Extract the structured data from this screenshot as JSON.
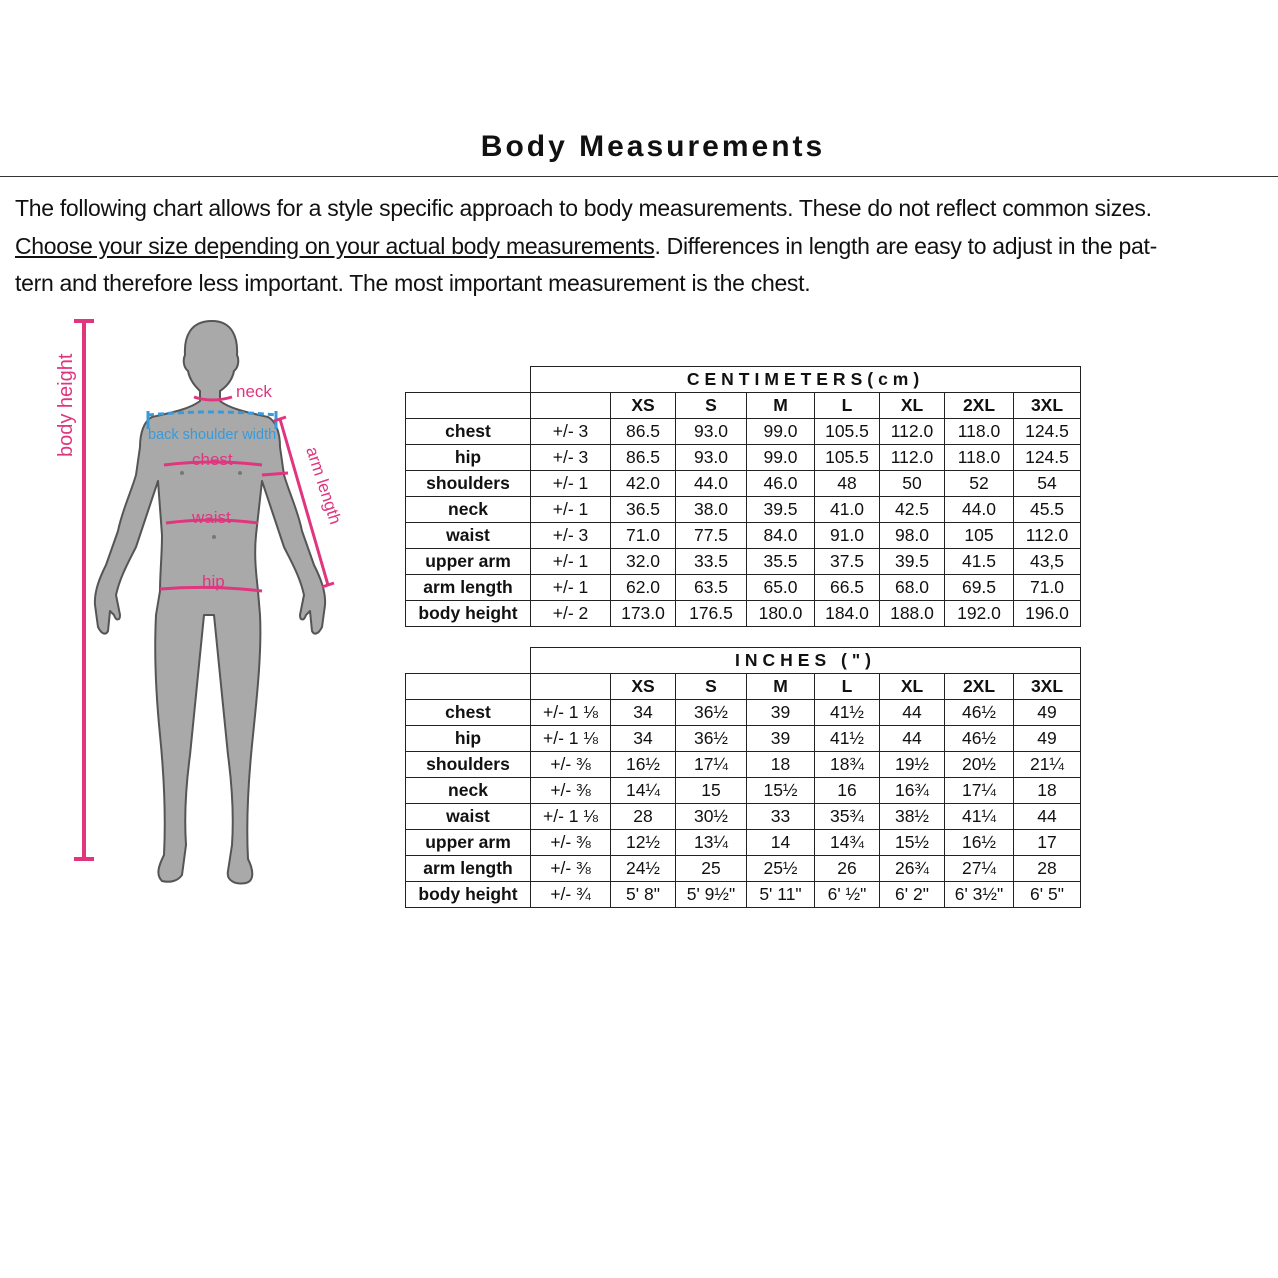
{
  "title": "Body Measurements",
  "intro": {
    "text1": "The following chart allows for a style specific approach to body measurements. These do not reflect common sizes.",
    "underlined": "Choose your size depending on your actual body measurements",
    "text2": ". Differences in length are easy to adjust in the pat-",
    "text3": "tern and therefore less important. The most important measurement is the chest."
  },
  "figure_labels": {
    "body_height": "body height",
    "neck": "neck",
    "back_shoulder_width": "back shoulder width",
    "chest": "chest",
    "arm_length": "arm length",
    "waist": "waist",
    "hip": "hip"
  },
  "colors": {
    "accent": "#e0357f",
    "shoulder": "#3a9ad9",
    "body": "#a9a9a9"
  },
  "sizes": [
    "XS",
    "S",
    "M",
    "L",
    "XL",
    "2XL",
    "3XL"
  ],
  "tables": [
    {
      "caption": "CENTIMETERS(cm)",
      "rows": [
        {
          "label": "chest",
          "tol": "+/- 3",
          "values": [
            "86.5",
            "93.0",
            "99.0",
            "105.5",
            "112.0",
            "118.0",
            "124.5"
          ]
        },
        {
          "label": "hip",
          "tol": "+/- 3",
          "values": [
            "86.5",
            "93.0",
            "99.0",
            "105.5",
            "112.0",
            "118.0",
            "124.5"
          ]
        },
        {
          "label": "shoulders",
          "tol": "+/- 1",
          "values": [
            "42.0",
            "44.0",
            "46.0",
            "48",
            "50",
            "52",
            "54"
          ]
        },
        {
          "label": "neck",
          "tol": "+/- 1",
          "values": [
            "36.5",
            "38.0",
            "39.5",
            "41.0",
            "42.5",
            "44.0",
            "45.5"
          ]
        },
        {
          "label": "waist",
          "tol": "+/- 3",
          "values": [
            "71.0",
            "77.5",
            "84.0",
            "91.0",
            "98.0",
            "105",
            "112.0"
          ]
        },
        {
          "label": "upper arm",
          "tol": "+/- 1",
          "values": [
            "32.0",
            "33.5",
            "35.5",
            "37.5",
            "39.5",
            "41.5",
            "43,5"
          ]
        },
        {
          "label": "arm length",
          "tol": "+/- 1",
          "values": [
            "62.0",
            "63.5",
            "65.0",
            "66.5",
            "68.0",
            "69.5",
            "71.0"
          ]
        },
        {
          "label": "body height",
          "tol": "+/- 2",
          "values": [
            "173.0",
            "176.5",
            "180.0",
            "184.0",
            "188.0",
            "192.0",
            "196.0"
          ]
        }
      ]
    },
    {
      "caption": "INCHES (\")",
      "rows": [
        {
          "label": "chest",
          "tol": "+/- 1 ⅛",
          "values": [
            "34",
            "36½",
            "39",
            "41½",
            "44",
            "46½",
            "49"
          ]
        },
        {
          "label": "hip",
          "tol": "+/- 1 ⅛",
          "values": [
            "34",
            "36½",
            "39",
            "41½",
            "44",
            "46½",
            "49"
          ]
        },
        {
          "label": "shoulders",
          "tol": "+/-  ⅜",
          "values": [
            "16½",
            "17¼",
            "18",
            "18¾",
            "19½",
            "20½",
            "21¼"
          ]
        },
        {
          "label": "neck",
          "tol": "+/-  ⅜",
          "values": [
            "14¼",
            "15",
            "15½",
            "16",
            "16¾",
            "17¼",
            "18"
          ]
        },
        {
          "label": "waist",
          "tol": "+/- 1 ⅛",
          "values": [
            "28",
            "30½",
            "33",
            "35¾",
            "38½",
            "41¼",
            "44"
          ]
        },
        {
          "label": "upper arm",
          "tol": "+/-  ⅜",
          "values": [
            "12½",
            "13¼",
            "14",
            "14¾",
            "15½",
            "16½",
            "17"
          ]
        },
        {
          "label": "arm length",
          "tol": "+/-  ⅜",
          "values": [
            "24½",
            "25",
            "25½",
            "26",
            "26¾",
            "27¼",
            "28"
          ]
        },
        {
          "label": "body height",
          "tol": "+/-  ¾",
          "values": [
            "5' 8\"",
            "5' 9½\"",
            "5' 11\"",
            "6' ½\"",
            "6' 2\"",
            "6' 3½\"",
            "6' 5\""
          ]
        }
      ]
    }
  ]
}
